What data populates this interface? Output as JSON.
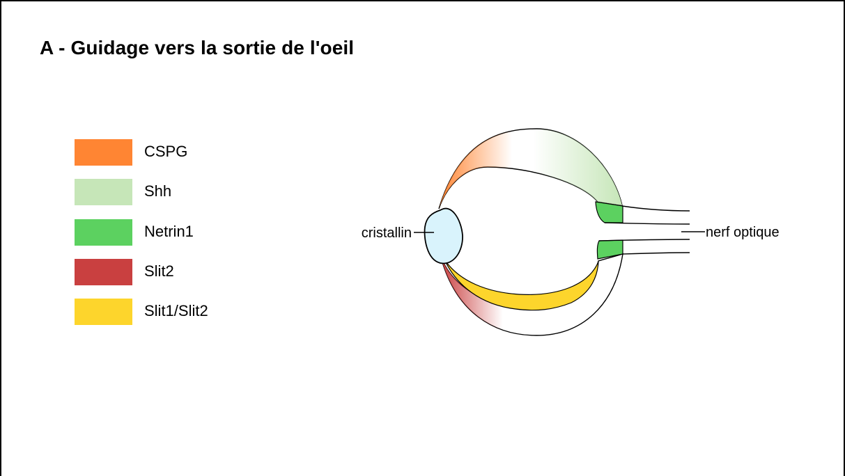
{
  "title": "A - Guidage vers la sortie de l'oeil",
  "legend": [
    {
      "label": "CSPG",
      "color": "#FF8533"
    },
    {
      "label": "Shh",
      "color": "#C6E6B8"
    },
    {
      "label": "Netrin1",
      "color": "#5CD160"
    },
    {
      "label": "Slit2",
      "color": "#C94040"
    },
    {
      "label": "Slit1/Slit2",
      "color": "#FDD52C"
    }
  ],
  "diagram": {
    "lens_label": "cristallin",
    "optic_nerve_label": "nerf optique",
    "lens_color": "#D9F3FC"
  }
}
